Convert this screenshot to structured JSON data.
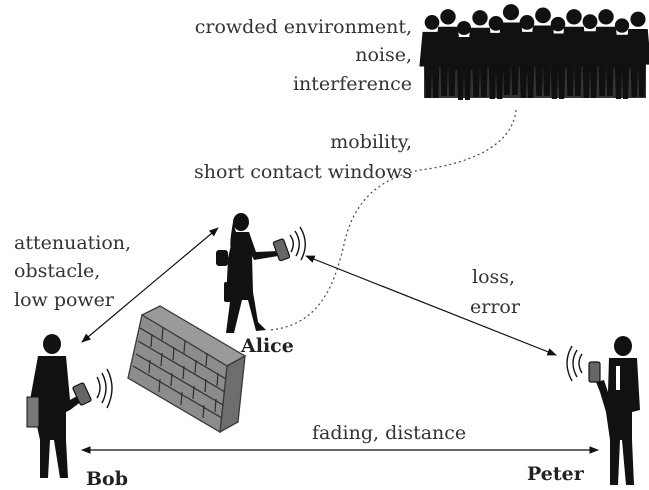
{
  "annotations": {
    "crowd_line1": "crowded environment,",
    "crowd_line2": "noise,",
    "crowd_line3": "interference",
    "mobility_line1": "mobility,",
    "mobility_line2": "short contact windows",
    "atten_line1": "attenuation,",
    "atten_line2": "obstacle,",
    "atten_line3": "low power",
    "loss_line1": "loss,",
    "loss_line2": "error",
    "fading": "fading, distance"
  },
  "people": {
    "alice": "Alice",
    "bob": "Bob",
    "peter": "Peter"
  },
  "colors": {
    "ink": "#111111",
    "text": "#333333",
    "brick_face": "#8c8c8c",
    "brick_edge": "#3a3a3a"
  }
}
